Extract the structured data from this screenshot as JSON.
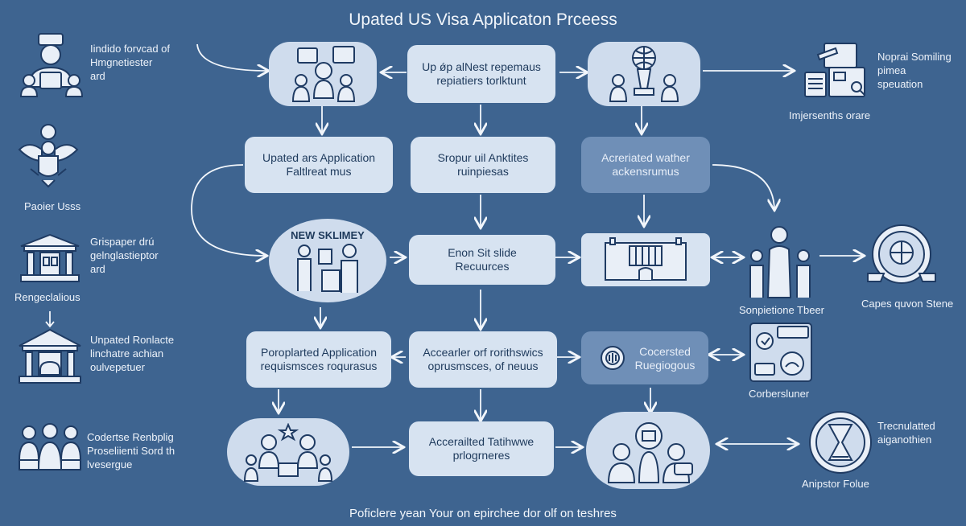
{
  "title": "Upated US Visa Applicaton Prceess",
  "footer": "Poficlere yean Your on epirchee dor olf on teshres",
  "left_column": {
    "item1": [
      "Iindido forvcad of",
      "Hmgnetiester",
      "ard"
    ],
    "item2": [
      "Paoier Usss"
    ],
    "item3": [
      "Grispaper drú",
      "gelnglastieptor",
      "ard",
      "Rengeclalious"
    ],
    "item4": [
      "Unpated Ronlacte",
      "linchatre achian",
      "oulvepetuer"
    ],
    "item5": [
      "Codertse Renbplig",
      "Proseliienti Sord th",
      "lvesergue"
    ]
  },
  "row1": {
    "center_box": [
      "Up ǿp alNest repemaus",
      "repiatiers torlktunt"
    ]
  },
  "row2": {
    "box_left": [
      "Upated ars Application",
      "Faltlreat mus"
    ],
    "box_center": [
      "Sropur uil Anktites",
      "ruinpiesas"
    ],
    "box_right": [
      "Acreriated wather",
      "ackensrumus"
    ]
  },
  "row3": {
    "circle_label": "NEW SKLIMEY",
    "box_center": [
      "Enon Sit slide",
      "Recuurces"
    ]
  },
  "row4": {
    "box_left": [
      "Poroplarted Application",
      "requismsces roqurasus"
    ],
    "box_center": [
      "Accearler orf rorithswics",
      "oprusmsces, of neuus"
    ],
    "box_right": [
      "Cocersted",
      "Ruegiogous"
    ]
  },
  "row5": {
    "box_center": [
      "Accerailted Tatihwwe",
      "prlogrneres"
    ]
  },
  "right_column": {
    "top": [
      "Noprai Somiling",
      "pimea",
      "speuation"
    ],
    "top_caption": "Imjersenths orare",
    "mid_person_caption": "Sonpietione Tbeer",
    "mid_seal_caption": "Capes quvon Stene",
    "lower_caption": "Corbersluner",
    "bottom": [
      "Trecnulatted",
      "aiganothien"
    ],
    "bottom_caption": "Anipstor Folue"
  },
  "colors": {
    "background": "#3e6490",
    "box_light": "#d7e3f1",
    "box_mid": "#6f8fb7",
    "text_dark": "#1e3a5c",
    "text_light": "#eef3fa",
    "icon_navy": "#1f3b63"
  }
}
